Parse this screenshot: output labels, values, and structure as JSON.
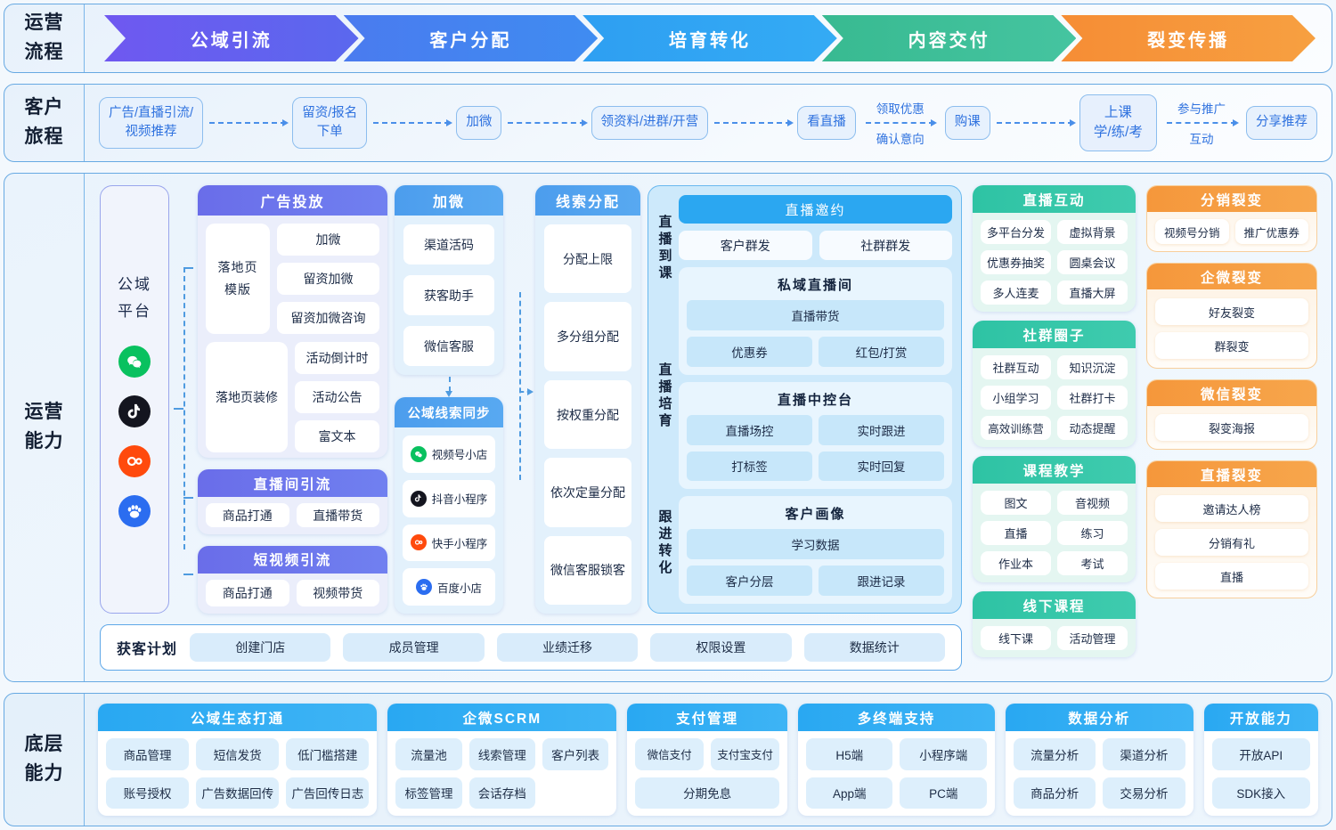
{
  "colors": {
    "flow_steps": [
      "#6a5ef0",
      "#457fef",
      "#31a4f3",
      "#3dbe98",
      "#f6963b"
    ],
    "header_purple": "#6a6de9",
    "header_blue": "#4c9ded",
    "header_teal": "#2ec3a4",
    "header_orange": "#f5973b",
    "invite_blue": "#2ba7f1",
    "section_border": "#67a9e2",
    "journey_text": "#2f72df"
  },
  "flow": {
    "label": "运营\n流程",
    "steps": [
      "公域引流",
      "客户分配",
      "培育转化",
      "内容交付",
      "裂变传播"
    ]
  },
  "journey": {
    "label": "客户\n旅程",
    "steps": [
      "广告/直播引流/\n视频推荐",
      "留资/报名\n下单",
      "加微",
      "领资料/进群/开营",
      "看直播",
      "购课",
      "上课\n学/练/考",
      "分享推荐"
    ],
    "arrow_coupon": {
      "top": "领取优惠",
      "bottom": "确认意向"
    },
    "arrow_promo": {
      "top": "参与推广",
      "bottom": "互动"
    }
  },
  "ops": {
    "label": "运营\n能力",
    "platform": {
      "title": "公域平台",
      "icons": [
        "wechat-icon",
        "tiktok-icon",
        "kuaishou-icon",
        "baidu-icon"
      ]
    },
    "ads": {
      "title": "广告投放",
      "left1": "落地页模版",
      "right1": [
        "加微",
        "留资加微",
        "留资加微咨询"
      ],
      "left2": "落地页装修",
      "right2": [
        "活动倒计时",
        "活动公告",
        "富文本"
      ]
    },
    "live_intake": {
      "title": "直播间引流",
      "items": [
        "商品打通",
        "直播带货"
      ]
    },
    "video_intake": {
      "title": "短视频引流",
      "items": [
        "商品打通",
        "视频带货"
      ]
    },
    "jiawei": {
      "title": "加微",
      "items": [
        "渠道活码",
        "获客助手",
        "微信客服"
      ]
    },
    "lead_sync": {
      "title": "公域线索同步",
      "items": [
        {
          "icon": "wechat-icon",
          "label": "视频号小店"
        },
        {
          "icon": "tiktok-icon",
          "label": "抖音小程序"
        },
        {
          "icon": "kuaishou-icon",
          "label": "快手小程序"
        },
        {
          "icon": "baidu-icon",
          "label": "百度小店"
        }
      ]
    },
    "lead_assign": {
      "title": "线索分配",
      "items": [
        "分配上限",
        "多分组分配",
        "按权重分配",
        "依次定量分配",
        "微信客服锁客"
      ]
    },
    "live_panel": {
      "side_labels": [
        "直播到课",
        "直播培育",
        "跟进转化"
      ],
      "invite": "直播邀约",
      "row1": [
        "客户群发",
        "社群群发"
      ],
      "card_private": {
        "title": "私域直播间",
        "full": "直播带货",
        "row": [
          "优惠券",
          "红包/打赏"
        ]
      },
      "card_console": {
        "title": "直播中控台",
        "rows": [
          [
            "直播场控",
            "实时跟进"
          ],
          [
            "打标签",
            "实时回复"
          ]
        ]
      },
      "card_profile": {
        "title": "客户画像",
        "full": "学习数据",
        "row": [
          "客户分层",
          "跟进记录"
        ]
      }
    },
    "teal_cards": [
      {
        "title": "直播互动",
        "items": [
          "多平台分发",
          "虚拟背景",
          "优惠券抽奖",
          "圆桌会议",
          "多人连麦",
          "直播大屏"
        ]
      },
      {
        "title": "社群圈子",
        "items": [
          "社群互动",
          "知识沉淀",
          "小组学习",
          "社群打卡",
          "高效训练营",
          "动态提醒"
        ]
      },
      {
        "title": "课程教学",
        "items": [
          "图文",
          "音视频",
          "直播",
          "练习",
          "作业本",
          "考试"
        ]
      },
      {
        "title": "线下课程",
        "items": [
          "线下课",
          "活动管理"
        ]
      }
    ],
    "orange_cards": [
      {
        "title": "分销裂变",
        "items": [
          "视频号分销",
          "推广优惠券"
        ]
      },
      {
        "title": "企微裂变",
        "items": [
          "好友裂变",
          "群裂变"
        ]
      },
      {
        "title": "微信裂变",
        "items": [
          "裂变海报"
        ]
      },
      {
        "title": "直播裂变",
        "items": [
          "邀请达人榜",
          "分销有礼",
          "直播"
        ]
      }
    ],
    "plan_bar": {
      "label": "获客计划",
      "items": [
        "创建门店",
        "成员管理",
        "业绩迁移",
        "权限设置",
        "数据统计"
      ]
    }
  },
  "base": {
    "label": "底层\n能力",
    "cards": [
      {
        "title": "公域生态打通",
        "rows": [
          [
            "商品管理",
            "短信发货",
            "低门槛搭建"
          ],
          [
            "账号授权",
            "广告数据回传",
            "广告回传日志"
          ]
        ]
      },
      {
        "title": "企微SCRM",
        "rows": [
          [
            "流量池",
            "线索管理",
            "客户列表"
          ],
          [
            "标签管理",
            "会话存档"
          ]
        ]
      },
      {
        "title": "支付管理",
        "rows": [
          [
            "微信支付",
            "支付宝支付"
          ],
          [
            "分期免息"
          ]
        ]
      },
      {
        "title": "多终端支持",
        "rows": [
          [
            "H5端",
            "小程序端"
          ],
          [
            "App端",
            "PC端"
          ]
        ]
      },
      {
        "title": "数据分析",
        "rows": [
          [
            "流量分析",
            "渠道分析"
          ],
          [
            "商品分析",
            "交易分析"
          ]
        ]
      },
      {
        "title": "开放能力",
        "rows": [
          [
            "开放API"
          ],
          [
            "SDK接入"
          ]
        ]
      }
    ]
  }
}
